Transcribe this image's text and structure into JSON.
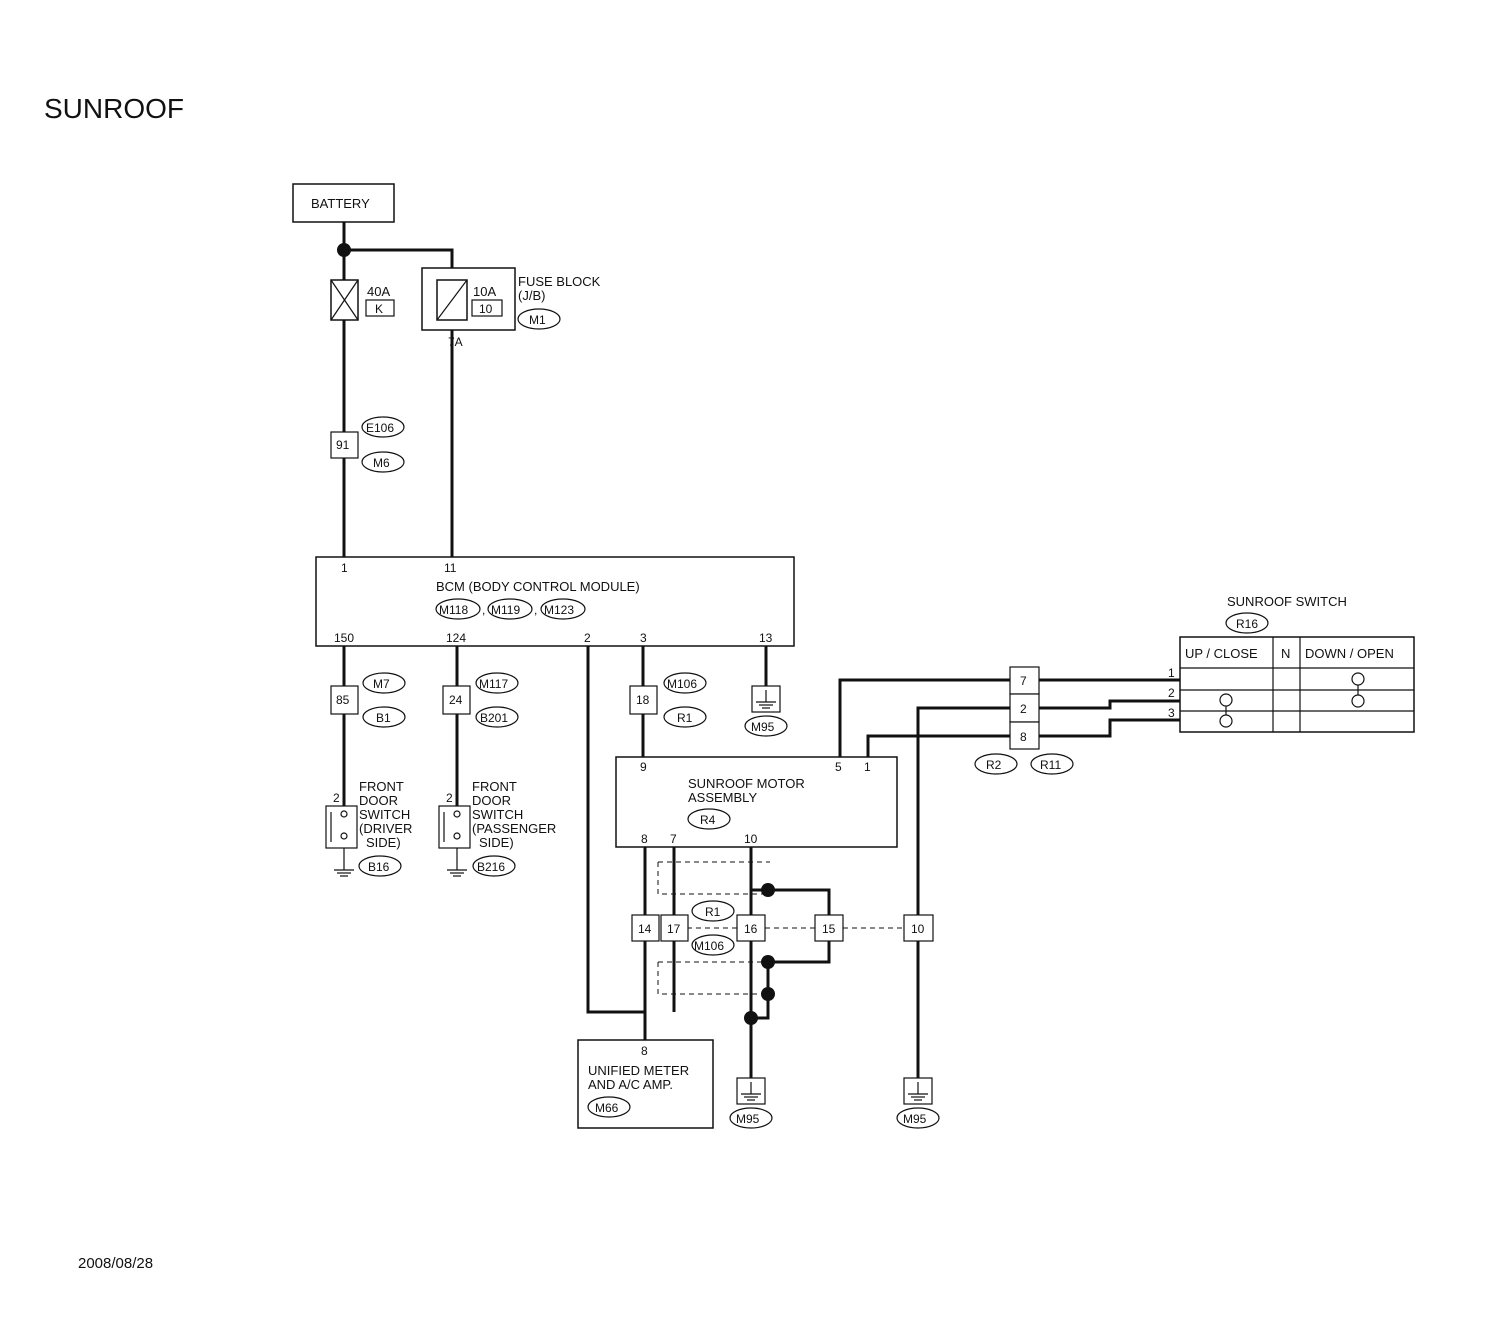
{
  "title": "SUNROOF",
  "date": "2008/08/28",
  "battery": "BATTERY",
  "fuse_block": {
    "name": "FUSE BLOCK",
    "sub": "(J/B)",
    "connector": "M1",
    "fuse_rating": "10A",
    "fuse_number": "10",
    "terminal": "7A"
  },
  "fusible_link": {
    "rating": "40A",
    "letter": "K"
  },
  "bcm": {
    "name": "BCM (BODY CONTROL MODULE)",
    "connectors": [
      "M118",
      "M119",
      "M123"
    ],
    "sep": ",",
    "pins_top": [
      "1",
      "11"
    ],
    "pins_bottom": [
      "150",
      "124",
      "2",
      "3",
      "13"
    ]
  },
  "harness_connectors": [
    {
      "pin": "91",
      "conn_a": "E106",
      "conn_b": "M6"
    },
    {
      "pin": "85",
      "conn_a": "M7",
      "conn_b": "B1"
    },
    {
      "pin": "24",
      "conn_a": "M117",
      "conn_b": "B201"
    },
    {
      "pin": "18",
      "conn_a": "M106",
      "conn_b": "R1"
    }
  ],
  "door_switch_driver": {
    "lines": [
      "FRONT",
      "DOOR",
      "SWITCH",
      "(DRIVER",
      "SIDE)"
    ],
    "pin": "2",
    "connector": "B16"
  },
  "door_switch_passenger": {
    "lines": [
      "FRONT",
      "DOOR",
      "SWITCH",
      "(PASSENGER",
      "SIDE)"
    ],
    "pin": "2",
    "connector": "B216"
  },
  "motor": {
    "lines": [
      "SUNROOF MOTOR",
      "ASSEMBLY"
    ],
    "connector": "R4",
    "pins_top": [
      "9",
      "5",
      "1"
    ],
    "pins_bottom": [
      "8",
      "7",
      "10"
    ]
  },
  "sunroof_switch": {
    "name": "SUNROOF SWITCH",
    "connector": "R16",
    "headers": [
      "UP / CLOSE",
      "N",
      "DOWN / OPEN"
    ],
    "pins": [
      "1",
      "2",
      "3"
    ]
  },
  "switch_harness": {
    "pins": [
      "7",
      "2",
      "8"
    ],
    "conn_a": "R2",
    "conn_b": "R11"
  },
  "lower_joint": {
    "pins": [
      "14",
      "17",
      "16",
      "15",
      "10"
    ],
    "conn_a": "R1",
    "conn_b": "M106"
  },
  "meter": {
    "lines": [
      "UNIFIED METER",
      "AND A/C AMP."
    ],
    "connector": "M66",
    "pin": "8"
  },
  "grounds": [
    "M95",
    "M95",
    "M95"
  ]
}
